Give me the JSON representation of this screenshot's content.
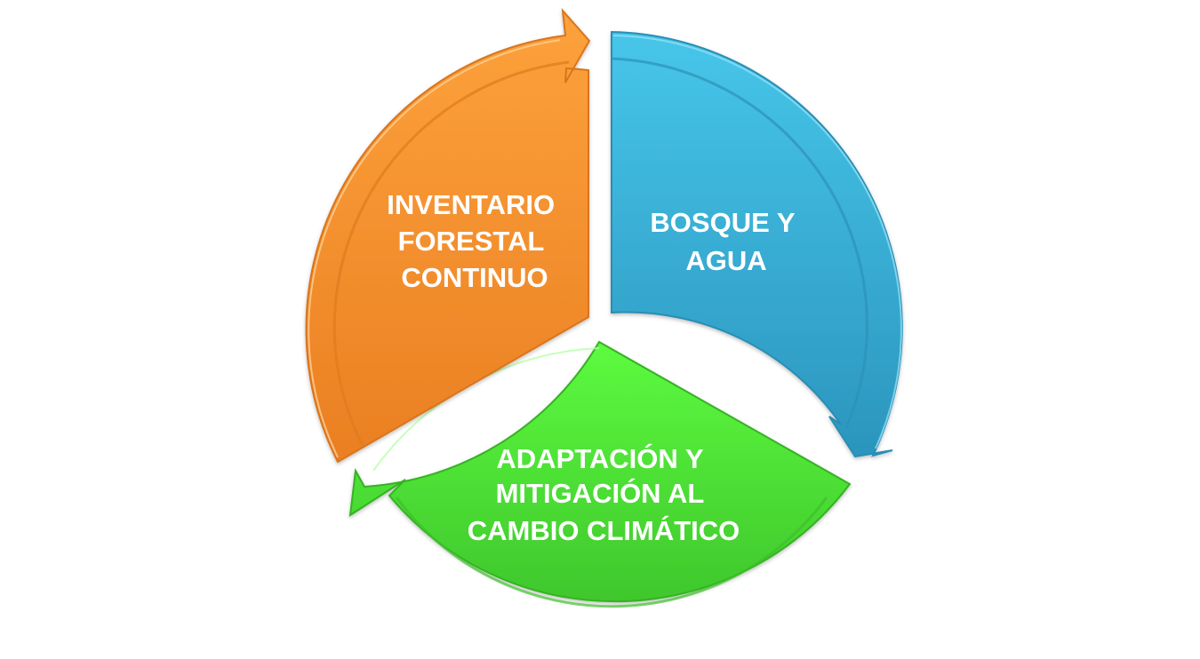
{
  "diagram": {
    "segments": [
      {
        "id": "bosque",
        "lines": [
          "BOSQUE Y",
          "AGUA"
        ],
        "color": "#3BB3DB"
      },
      {
        "id": "adaptacion",
        "lines": [
          "ADAPTACIÓN Y",
          "MITIGACIÓN AL",
          "CAMBIO CLIMÁTICO"
        ],
        "color": "#4EE63A"
      },
      {
        "id": "inventario",
        "lines": [
          "INVENTARIO",
          "FORESTAL",
          "CONTINUO"
        ],
        "color": "#F5922F"
      }
    ]
  }
}
